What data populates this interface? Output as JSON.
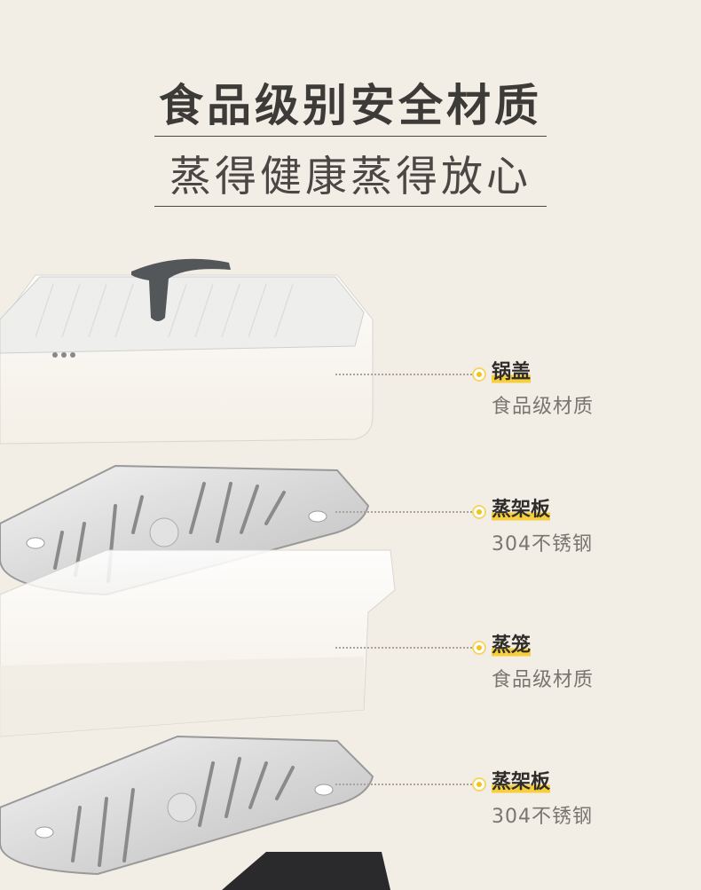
{
  "headline": {
    "title": "食品级别安全材质",
    "subtitle": "蒸得健康蒸得放心"
  },
  "callouts": [
    {
      "name": "锅盖",
      "material": "食品级材质"
    },
    {
      "name": "蒸架板",
      "material": "304不锈钢"
    },
    {
      "name": "蒸笼",
      "material": "食品级材质"
    },
    {
      "name": "蒸架板",
      "material": "304不锈钢"
    }
  ],
  "colors": {
    "background": "#f3eee5",
    "accent": "#f7cf3d",
    "text": "#3d3b38"
  }
}
